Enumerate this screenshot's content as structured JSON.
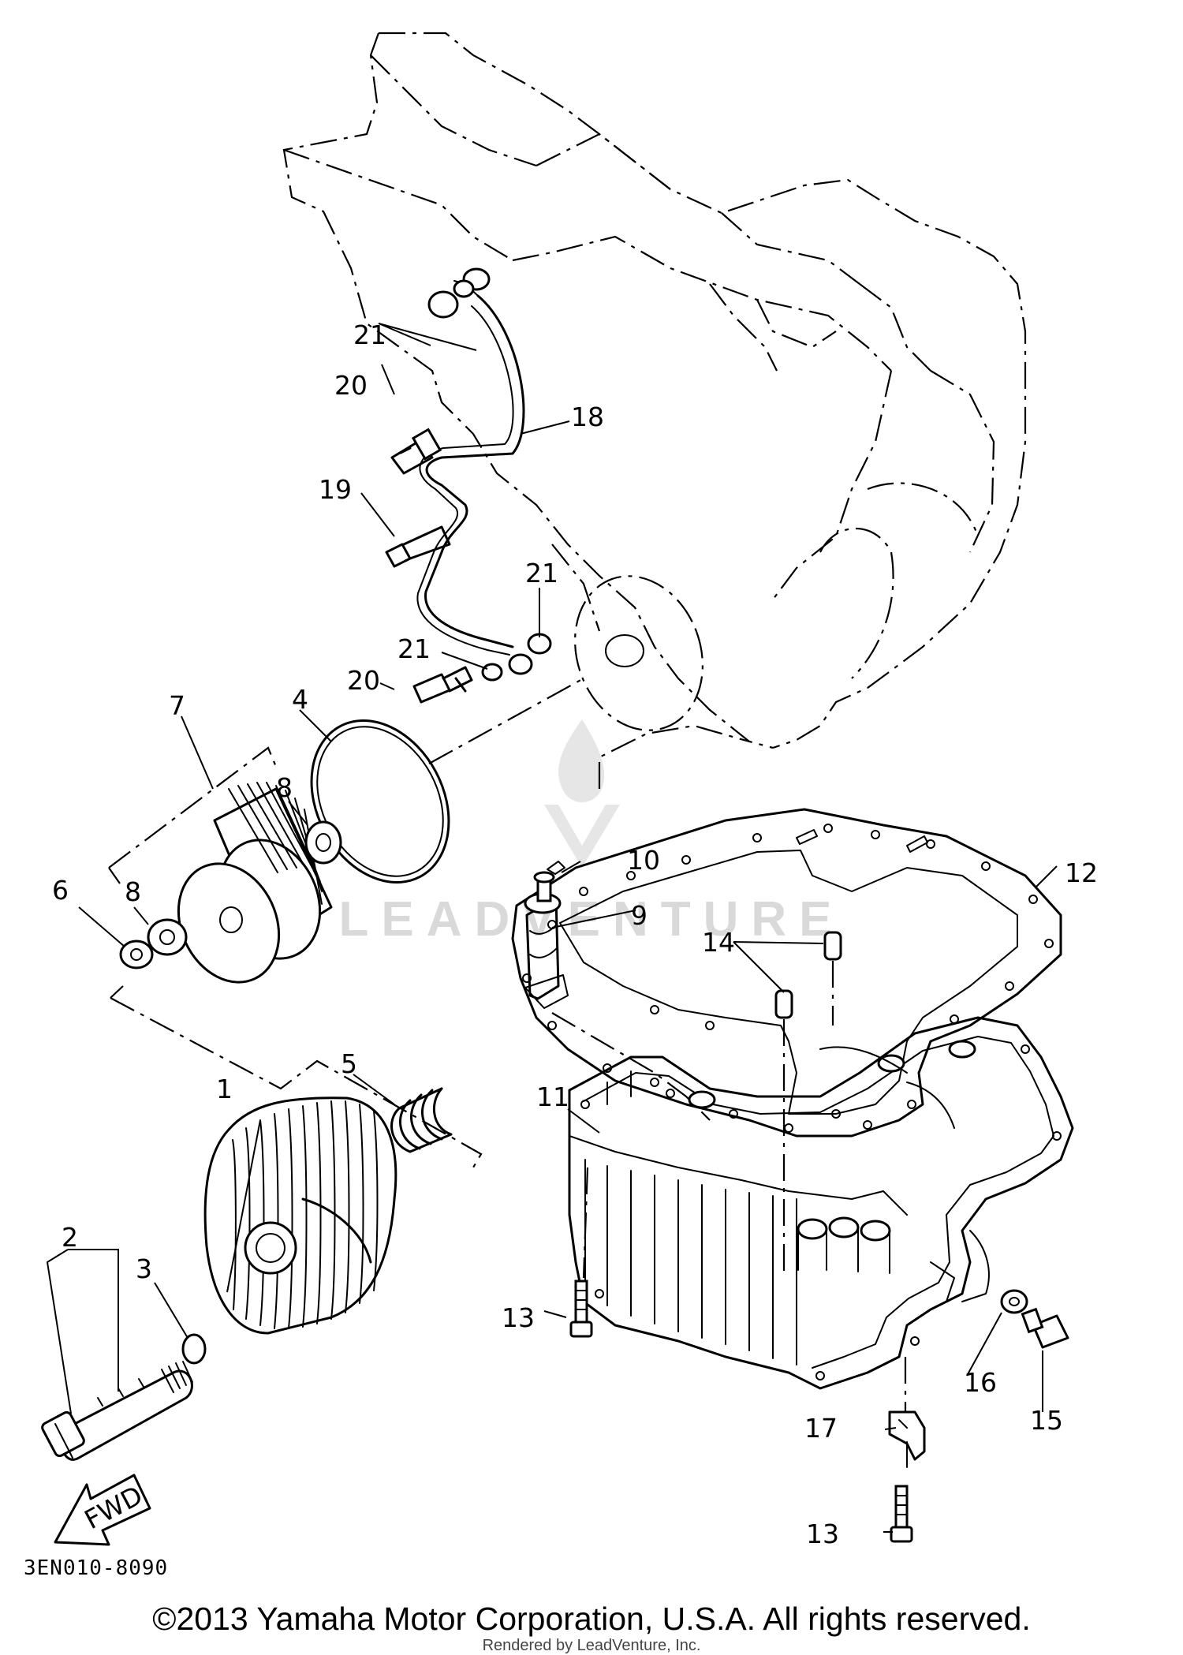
{
  "labels": {
    "p1": "1",
    "p2": "2",
    "p3": "3",
    "p4": "4",
    "p5": "5",
    "p6": "6",
    "p7": "7",
    "p8a": "8",
    "p8b": "8",
    "p9": "9",
    "p10": "10",
    "p11": "11",
    "p12": "12",
    "p13a": "13",
    "p13b": "13",
    "p14": "14",
    "p15": "15",
    "p16": "16",
    "p17": "17",
    "p18": "18",
    "p19": "19",
    "p20a": "20",
    "p20b": "20",
    "p21a": "21",
    "p21b": "21",
    "p21c": "21"
  },
  "fwd_label": "FWD",
  "reference_code": "3EN010-8090",
  "copyright": "©2013 Yamaha Motor Corporation, U.S.A. All rights reserved.",
  "rendered_by": "Rendered by LeadVenture, Inc.",
  "watermark": "LEADVENTURE"
}
